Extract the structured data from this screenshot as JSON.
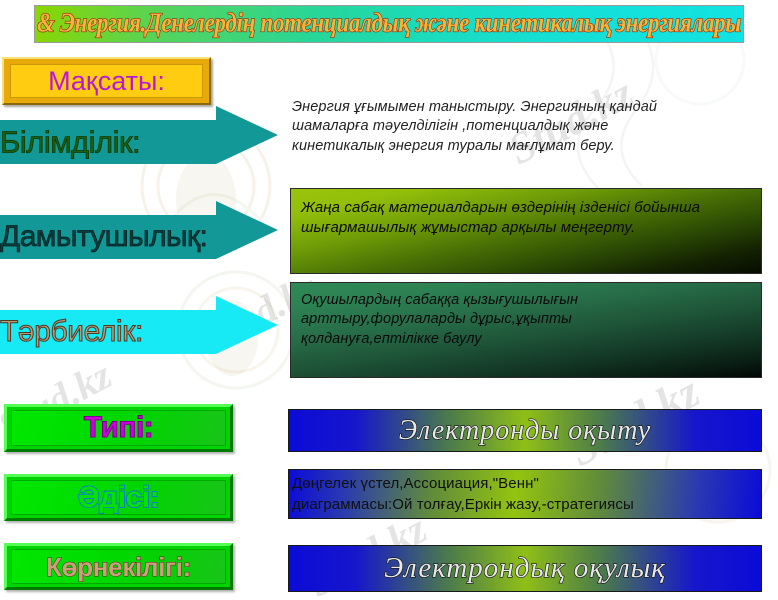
{
  "slide": {
    "title": "& Энергия.Денелердің потенциалдық және кинетикалық энергиялары",
    "watermarks": [
      "Stud.kz",
      "Stud.kz",
      "Stud.kz",
      "Stud.kz",
      "Stud.kz"
    ]
  },
  "labels": {
    "goal": "Мақсаты:",
    "bilimdilik": "Білімділік:",
    "damytushylyq": "Дамытушылық:",
    "tarbielik": "Тәрбиелік:",
    "tipi": "Типі:",
    "adisi": "Әдісі:",
    "kornekiligi": "Көрнекілігі:"
  },
  "content": {
    "goal_lines": [
      "Энергия ұғымымен таныстыру. Энергияның қандай",
      "шамаларға тәуелділігін ,потенциалдық және",
      "кинетикалық энергия туралы мағлұмат беру."
    ],
    "bilimdilik_lines": [
      "Жаңа сабақ материалдарын өздерінің ізденісі бойынша",
      "шығармашылық жұмыстар арқылы меңгерту."
    ],
    "damytushylyq_lines": [
      "Оқушылардың сабаққа қызығушылығын",
      "арттыру,форулаларды дұрыс,ұқыпты",
      "қолдануға,ептілікке баулу"
    ],
    "tipi_value": "Электронды оқыту",
    "adisi_lines": [
      "Дөңгелек үстел,Ассоциация,\"Венн\"",
      "диаграммасы:Ой толғау,Еркін жазу,-стратегиясы"
    ],
    "kornekiligi_value": "Электрондық оқулық"
  },
  "colors": {
    "title_banner_start": "#8ad600",
    "title_banner_end": "#12e2e2",
    "title_text": "#f5b53a",
    "goal_box": "#ffcc11",
    "goal_text": "#b818d8",
    "arrow_teal": "#139898",
    "arrow_cyan": "#18eaf5",
    "green_button": "#00d400",
    "tipi_text": "#cc00dd",
    "adisi_text_stroke": "#1166ff",
    "kornekiligi_text": "#c9a07a",
    "blue_bar": "#0b0bd8",
    "blue_bar_mid": "#8fbf16",
    "box_green_yellow": "#9ac30c",
    "box_green_dark": "#2f8a57"
  }
}
